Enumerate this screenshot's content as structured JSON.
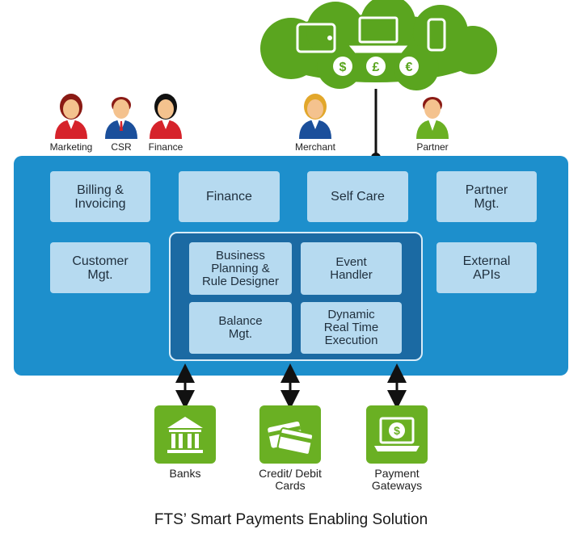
{
  "cloud": {
    "currency_symbols": [
      "$",
      "£",
      "€"
    ],
    "devices": [
      "tablet-icon",
      "laptop-icon",
      "smartphone-icon"
    ]
  },
  "users": [
    {
      "id": "marketing",
      "label": "Marketing",
      "hair": "#8a1a14",
      "suit": "#d6232b"
    },
    {
      "id": "csr",
      "label": "CSR",
      "hair": "#8a1a14",
      "suit": "#1b4f9b"
    },
    {
      "id": "finance",
      "label": "Finance",
      "hair": "#111111",
      "suit": "#d6232b"
    },
    {
      "id": "merchant",
      "label": "Merchant",
      "hair": "#e2a72b",
      "suit": "#1b4f9b"
    },
    {
      "id": "partner",
      "label": "Partner",
      "hair": "#8a1a14",
      "suit": "#6ab023"
    }
  ],
  "modules": {
    "billing": "Billing &\nInvoicing",
    "finance": "Finance",
    "self_care": "Self Care",
    "partner_mgt": "Partner\nMgt.",
    "customer_mgt": "Customer\nMgt.",
    "external_apis": "External\nAPIs"
  },
  "core": {
    "business_planning": "Business\nPlanning &\nRule Designer",
    "event_handler": "Event\nHandler",
    "balance_mgt": "Balance\nMgt.",
    "dynamic_execution": "Dynamic\nReal Time\nExecution"
  },
  "gateways": {
    "banks": "Banks",
    "cards": "Credit/ Debit\nCards",
    "payment_gateways": "Payment\nGateways"
  },
  "caption": "FTS’ Smart Payments Enabling Solution",
  "colors": {
    "platform_blue": "#1d8fcc",
    "module_light_blue": "#b6daf0",
    "core_dark_blue": "#1b6aa3",
    "gateway_green": "#6ab023",
    "cloud_green": "#5aa51f"
  }
}
